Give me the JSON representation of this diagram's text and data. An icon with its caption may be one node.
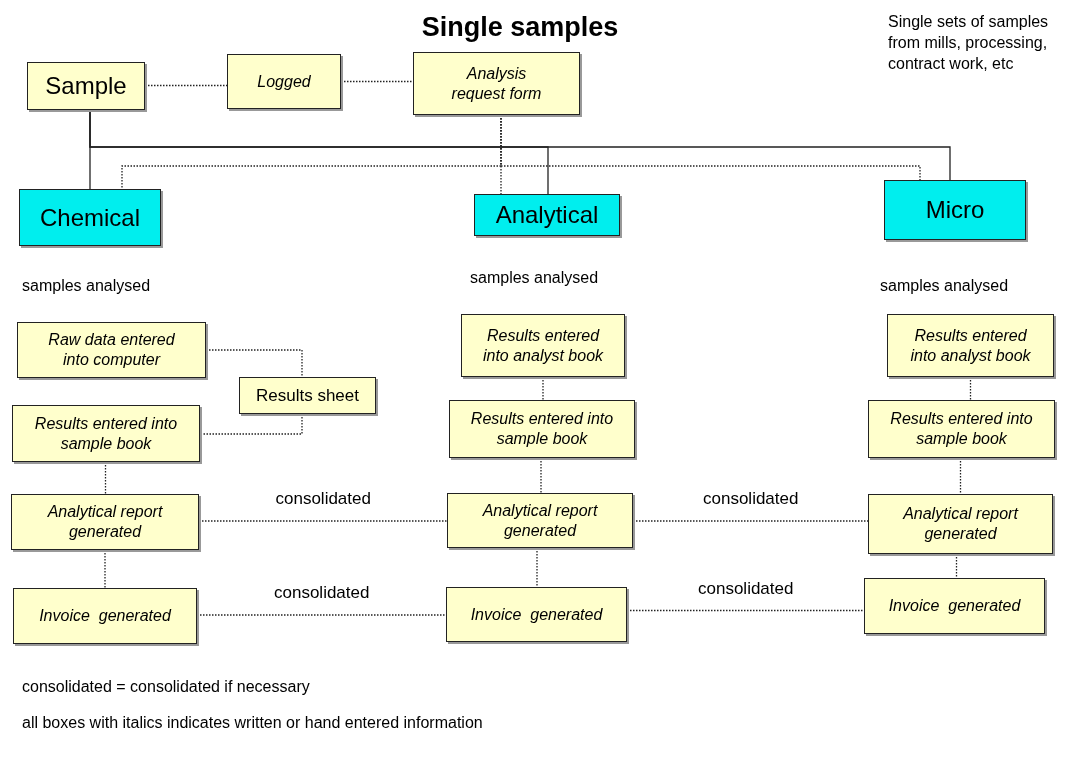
{
  "diagram": {
    "title": "Single samples",
    "nodes": [
      {
        "text": [
          "Sample"
        ]
      },
      {
        "text": [
          "Logged"
        ]
      },
      {
        "text": [
          "Analysis request form"
        ]
      },
      {
        "text": [
          "Chemical"
        ]
      },
      {
        "text": [
          "Analytical"
        ]
      },
      {
        "text": [
          "Micro"
        ]
      },
      {
        "text": [
          "Raw data entered into computer"
        ]
      },
      {
        "text": [
          "Results sheet"
        ]
      },
      {
        "text": [
          "Results entered into sample book"
        ]
      },
      {
        "text": [
          "Analytical report generated"
        ]
      },
      {
        "text": [
          "Invoice  generated"
        ]
      },
      {
        "text": [
          "Results entered into analyst book"
        ]
      },
      {
        "text": [
          "Results entered into sample book"
        ]
      },
      {
        "text": [
          "Analytical report generated"
        ]
      },
      {
        "text": [
          "Invoice  generated"
        ]
      },
      {
        "text": [
          "Results entered into analyst book"
        ]
      },
      {
        "text": [
          "Results entered into sample book"
        ]
      },
      {
        "text": [
          "Analytical report generated"
        ]
      },
      {
        "text": [
          "Invoice  generated"
        ]
      }
    ],
    "edges": [
      {
        "from": 0,
        "to": 1,
        "arrow": "none",
        "style": "dashed"
      },
      {
        "from": 1,
        "to": 2,
        "arrow": "none",
        "style": "dashed"
      },
      {
        "from": 0,
        "to": 3,
        "arrow": "none"
      },
      {
        "from": 0,
        "to": 4,
        "arrow": "none"
      },
      {
        "from": 0,
        "to": 5,
        "arrow": "none"
      },
      {
        "from": 2,
        "to": 3,
        "arrow": "none",
        "style": "dashed"
      },
      {
        "from": 2,
        "to": 4,
        "arrow": "none",
        "style": "dashed"
      },
      {
        "from": 2,
        "to": 5,
        "arrow": "none",
        "style": "dashed"
      },
      {
        "from": 6,
        "to": 7,
        "arrow": "none",
        "style": "dashed"
      },
      {
        "from": 7,
        "to": 8,
        "arrow": "none",
        "style": "dashed"
      },
      {
        "from": 8,
        "to": 9,
        "arrow": "none",
        "style": "dashed"
      },
      {
        "from": 9,
        "to": 10,
        "arrow": "none",
        "style": "dashed"
      },
      {
        "from": 11,
        "to": 12,
        "arrow": "none",
        "style": "dashed"
      },
      {
        "from": 12,
        "to": 13,
        "arrow": "none",
        "style": "dashed"
      },
      {
        "from": 13,
        "to": 14,
        "arrow": "none",
        "style": "dashed"
      },
      {
        "from": 15,
        "to": 16,
        "arrow": "none",
        "style": "dashed"
      },
      {
        "from": 16,
        "to": 17,
        "arrow": "none",
        "style": "dashed"
      },
      {
        "from": 17,
        "to": 18,
        "arrow": "none",
        "style": "dashed"
      },
      {
        "from": 9,
        "to": 13,
        "arrow": "none",
        "style": "dashed",
        "label": "consolidated"
      },
      {
        "from": 13,
        "to": 17,
        "arrow": "none",
        "style": "dashed",
        "label": "consolidated"
      },
      {
        "from": 10,
        "to": 14,
        "arrow": "none",
        "style": "dashed",
        "label": "consolidated"
      },
      {
        "from": 14,
        "to": 18,
        "arrow": "none",
        "style": "dashed",
        "label": "consolidated"
      }
    ],
    "labels": [
      "Single sets of samples from mills, processing, contract work, etc",
      "samples analysed",
      "samples analysed",
      "samples analysed",
      "consolidated = consolidated if necessary",
      "all boxes with italics indicates written or hand entered information"
    ]
  }
}
